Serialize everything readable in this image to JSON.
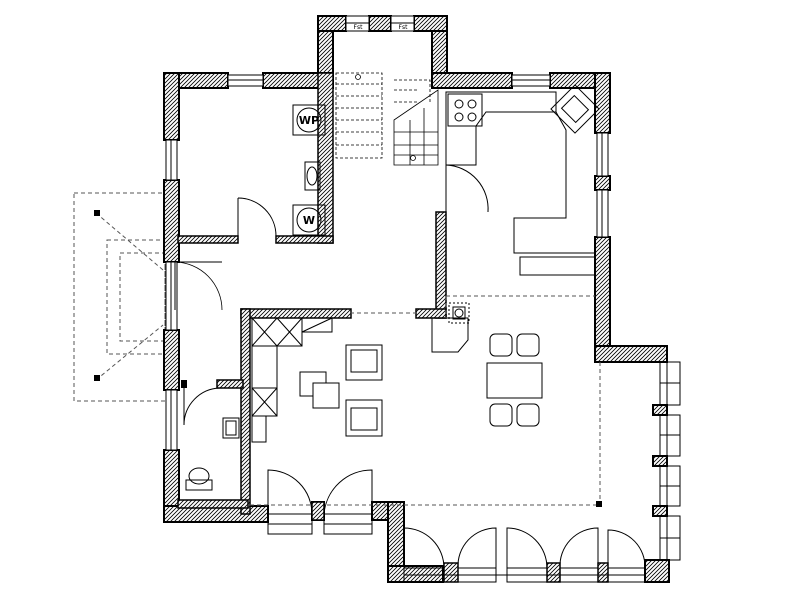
{
  "labels": {
    "heat_pump": "WP",
    "washer": "W",
    "window_tag": "Fst"
  },
  "colors": {
    "line": "#000000",
    "wall_hatch": "#000000",
    "background": "#ffffff",
    "dash": "#555555"
  }
}
